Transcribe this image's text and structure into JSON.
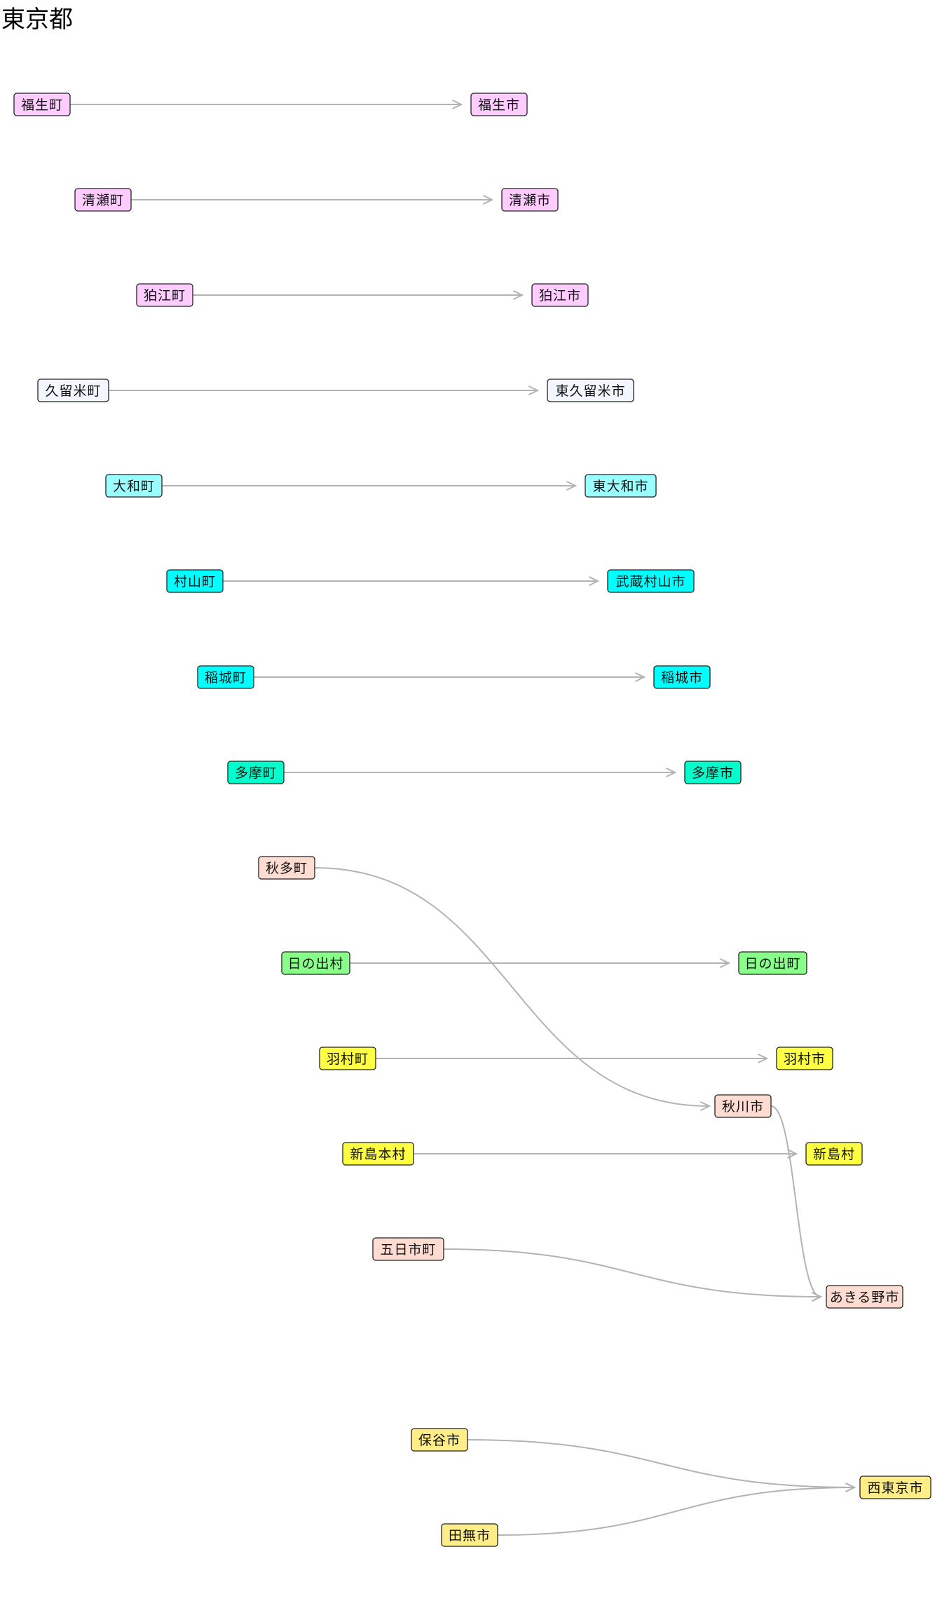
{
  "title": "東京都",
  "edge_color": "#b3b3b3",
  "nodes": [
    {
      "id": "fussa-machi",
      "label": "福生町",
      "color": "#ffccff"
    },
    {
      "id": "fussa-shi",
      "label": "福生市",
      "color": "#ffccff"
    },
    {
      "id": "kiyose-machi",
      "label": "清瀬町",
      "color": "#ffccff"
    },
    {
      "id": "kiyose-shi",
      "label": "清瀬市",
      "color": "#ffccff"
    },
    {
      "id": "komae-machi",
      "label": "狛江町",
      "color": "#ffccff"
    },
    {
      "id": "komae-shi",
      "label": "狛江市",
      "color": "#ffccff"
    },
    {
      "id": "kurume-machi",
      "label": "久留米町",
      "color": "#f3f6ff"
    },
    {
      "id": "higashikurume-shi",
      "label": "東久留米市",
      "color": "#f3f6ff"
    },
    {
      "id": "yamato-machi",
      "label": "大和町",
      "color": "#99ffff"
    },
    {
      "id": "higashiyamato-shi",
      "label": "東大和市",
      "color": "#99ffff"
    },
    {
      "id": "murayama-machi",
      "label": "村山町",
      "color": "#00ffff"
    },
    {
      "id": "musashimurayama-shi",
      "label": "武蔵村山市",
      "color": "#00ffff"
    },
    {
      "id": "inagi-machi",
      "label": "稲城町",
      "color": "#00ffff"
    },
    {
      "id": "inagi-shi",
      "label": "稲城市",
      "color": "#00ffff"
    },
    {
      "id": "tama-machi",
      "label": "多摩町",
      "color": "#00ffcc"
    },
    {
      "id": "tama-shi",
      "label": "多摩市",
      "color": "#00ffcc"
    },
    {
      "id": "akita-machi",
      "label": "秋多町",
      "color": "#ffdcd2"
    },
    {
      "id": "akigawa-shi",
      "label": "秋川市",
      "color": "#ffdcd2"
    },
    {
      "id": "hinode-mura",
      "label": "日の出村",
      "color": "#88ff88"
    },
    {
      "id": "hinode-machi",
      "label": "日の出町",
      "color": "#88ff88"
    },
    {
      "id": "hamura-machi",
      "label": "羽村町",
      "color": "#ffff44"
    },
    {
      "id": "hamura-shi",
      "label": "羽村市",
      "color": "#ffff44"
    },
    {
      "id": "niijimahon-mura",
      "label": "新島本村",
      "color": "#ffff44"
    },
    {
      "id": "niijima-mura",
      "label": "新島村",
      "color": "#ffff44"
    },
    {
      "id": "itsukaichi-machi",
      "label": "五日市町",
      "color": "#ffdcd2"
    },
    {
      "id": "akiruno-shi",
      "label": "あきる野市",
      "color": "#ffdcd2"
    },
    {
      "id": "hoya-shi",
      "label": "保谷市",
      "color": "#ffee88"
    },
    {
      "id": "nishitokyo-shi",
      "label": "西東京市",
      "color": "#ffee88"
    },
    {
      "id": "tanashi-shi",
      "label": "田無市",
      "color": "#ffee88"
    }
  ],
  "edges": [
    {
      "from": "fussa-machi",
      "to": "fussa-shi"
    },
    {
      "from": "kiyose-machi",
      "to": "kiyose-shi"
    },
    {
      "from": "komae-machi",
      "to": "komae-shi"
    },
    {
      "from": "kurume-machi",
      "to": "higashikurume-shi"
    },
    {
      "from": "yamato-machi",
      "to": "higashiyamato-shi"
    },
    {
      "from": "murayama-machi",
      "to": "musashimurayama-shi"
    },
    {
      "from": "inagi-machi",
      "to": "inagi-shi"
    },
    {
      "from": "tama-machi",
      "to": "tama-shi"
    },
    {
      "from": "akita-machi",
      "to": "akigawa-shi"
    },
    {
      "from": "hinode-mura",
      "to": "hinode-machi"
    },
    {
      "from": "hamura-machi",
      "to": "hamura-shi"
    },
    {
      "from": "niijimahon-mura",
      "to": "niijima-mura"
    },
    {
      "from": "akigawa-shi",
      "to": "akiruno-shi"
    },
    {
      "from": "itsukaichi-machi",
      "to": "akiruno-shi"
    },
    {
      "from": "hoya-shi",
      "to": "nishitokyo-shi"
    },
    {
      "from": "tanashi-shi",
      "to": "nishitokyo-shi"
    }
  ]
}
